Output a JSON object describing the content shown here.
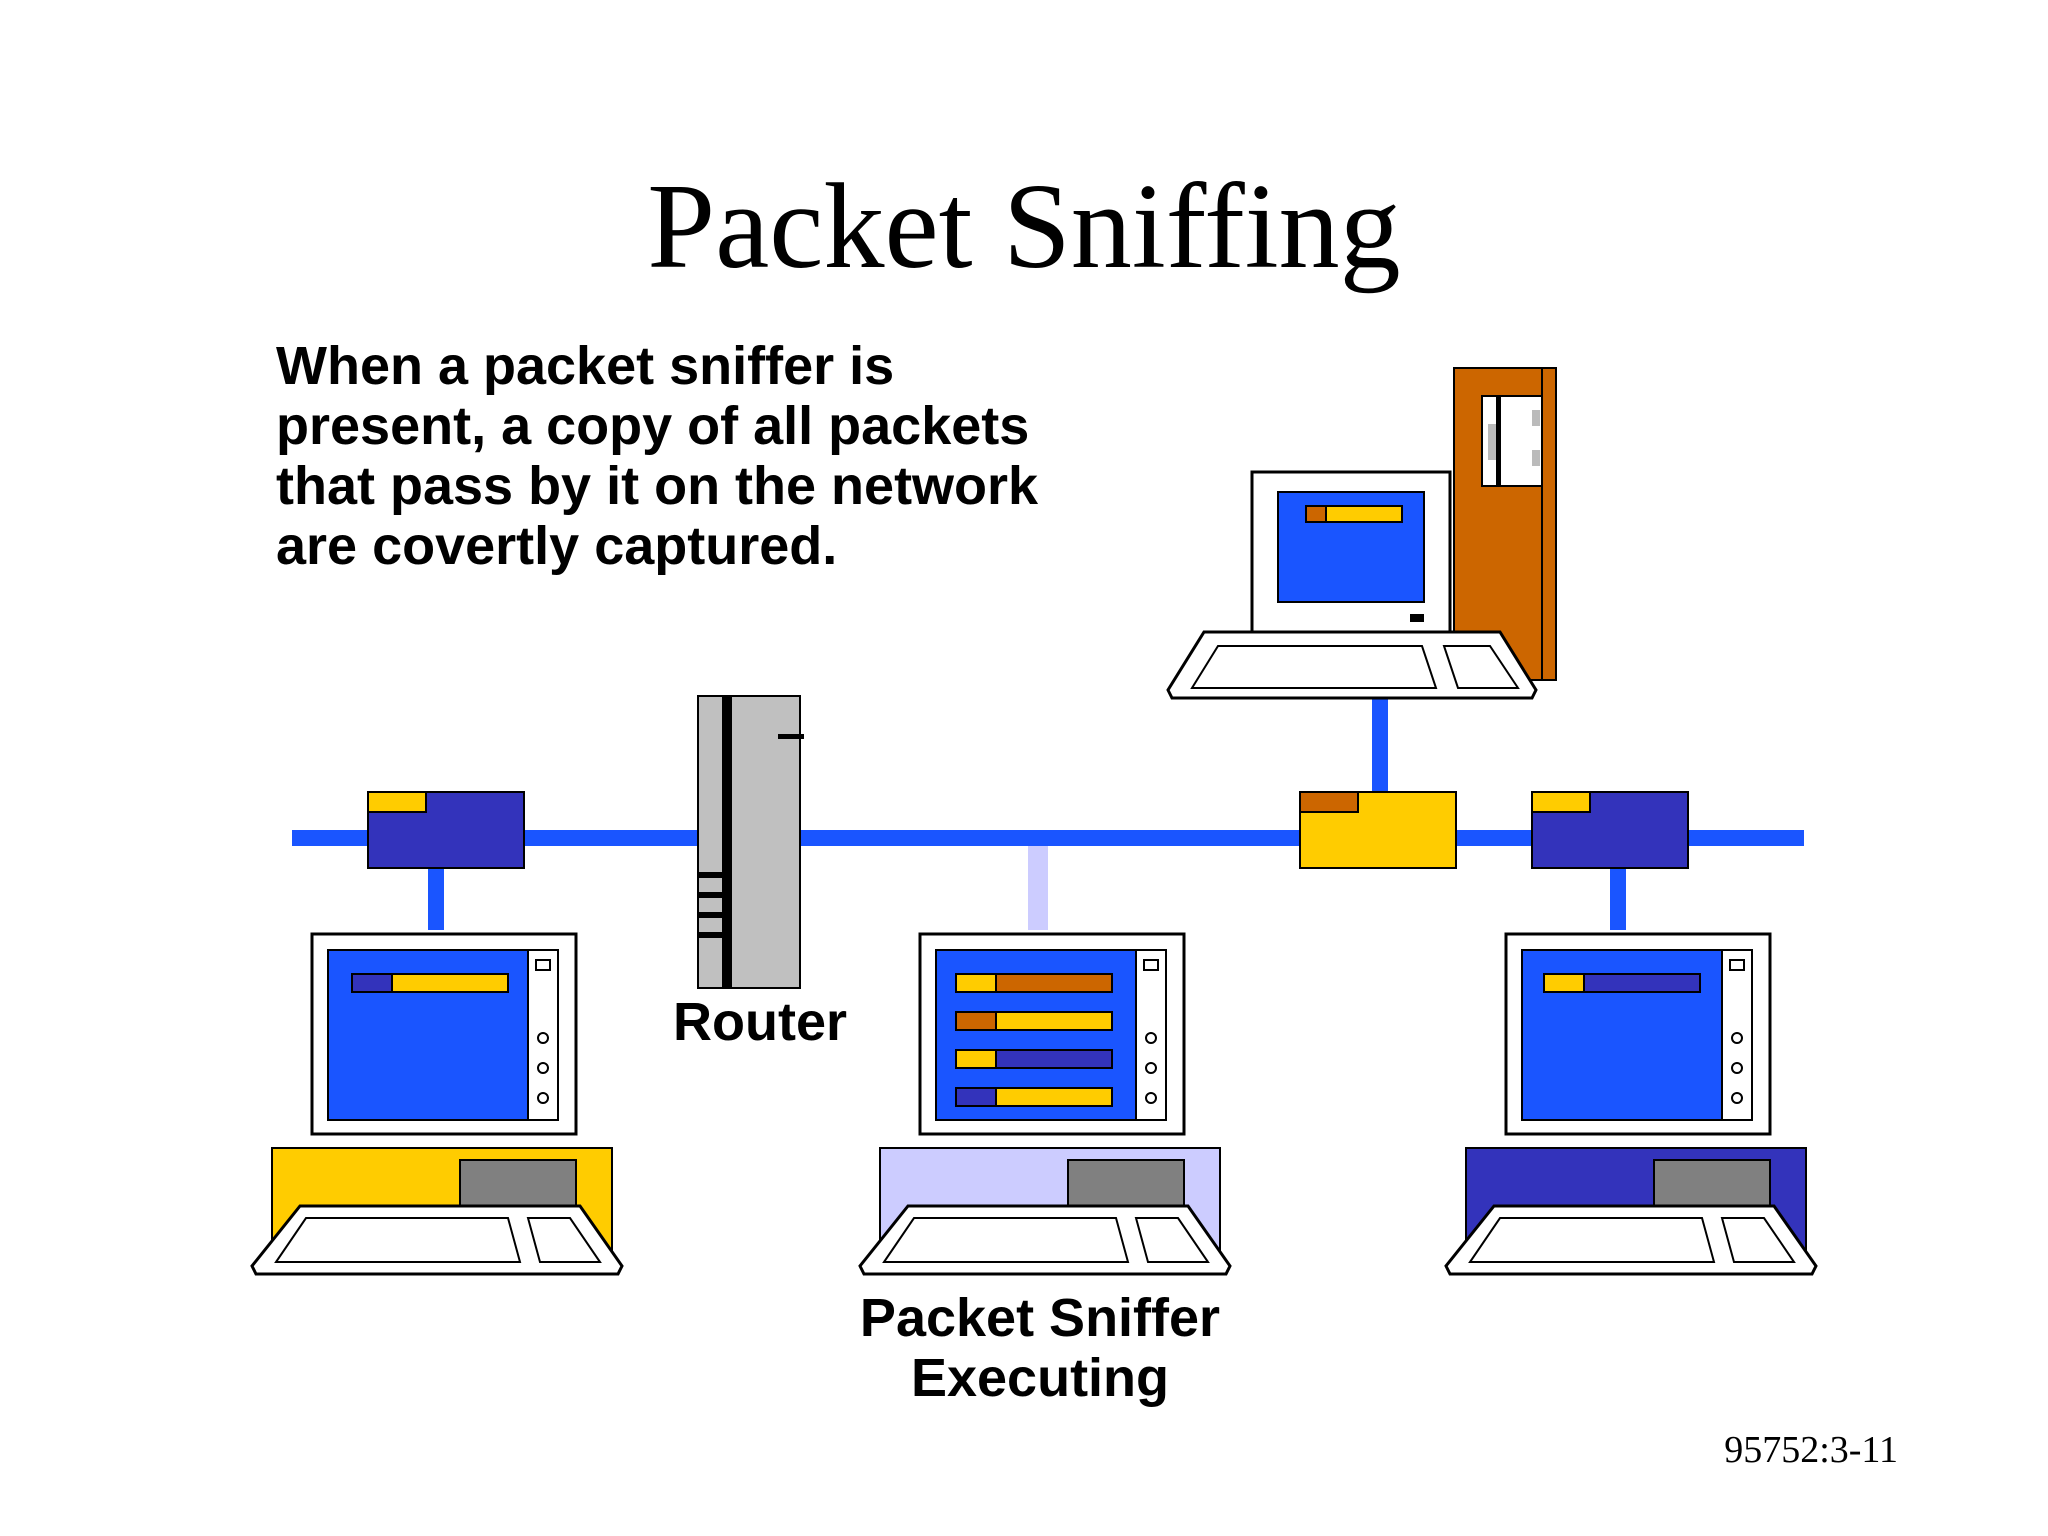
{
  "slide": {
    "title": "Packet Sniffing",
    "description_lines": [
      "When a packet sniffer is",
      "present, a copy of all packets",
      "that pass by it on the network",
      "are covertly captured."
    ],
    "router_label": "Router",
    "sniffer_label_lines": [
      "Packet Sniffer",
      "Executing"
    ],
    "slide_id": "95752:3-11"
  },
  "colors": {
    "network_blue": "#1a55ff",
    "screen_blue": "#1a55ff",
    "packet_indigo": "#3333bb",
    "packet_yellow": "#ffcc00",
    "packet_orange": "#cc6600",
    "sniffer_lavender": "#ccccff",
    "router_gray": "#c0c0c0",
    "drive_gray": "#808080",
    "tower_orange": "#cc6600"
  },
  "icons": [
    "router-icon",
    "server-tower-icon",
    "workstation-icon",
    "packet-icon",
    "keyboard-icon"
  ]
}
